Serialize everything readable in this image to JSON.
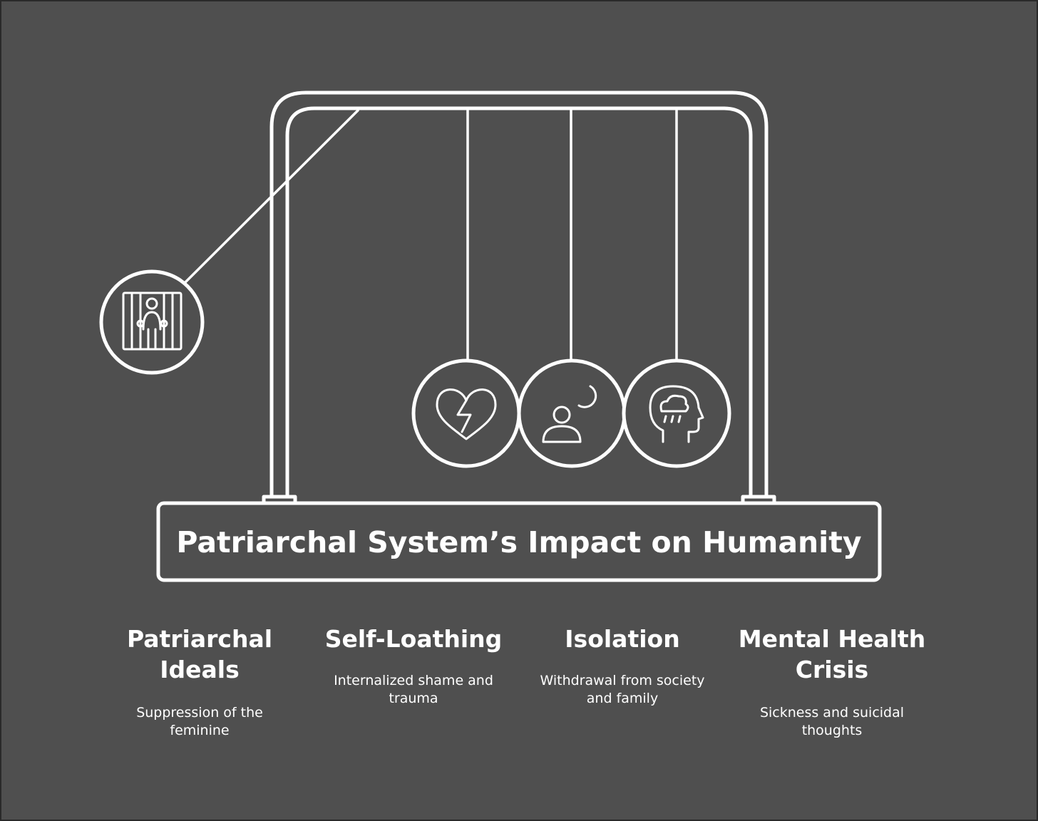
{
  "diagram": {
    "title": "Patriarchal System’s Impact on Humanity",
    "balls": [
      {
        "icon": "prisoner-behind-bars-icon",
        "title": "Patriarchal Ideals",
        "description": "Suppression of the feminine"
      },
      {
        "icon": "broken-heart-icon",
        "title": "Self-Loathing",
        "description": "Internalized shame and trauma"
      },
      {
        "icon": "person-alone-moon-icon",
        "title": "Isolation",
        "description": "Withdrawal from society and family"
      },
      {
        "icon": "head-rain-cloud-icon",
        "title": "Mental Health Crisis",
        "description": "Sickness and suicidal thoughts"
      }
    ]
  },
  "colors": {
    "background": "#4f4f4f",
    "stroke": "#ffffff",
    "border": "#2a2a2a"
  }
}
